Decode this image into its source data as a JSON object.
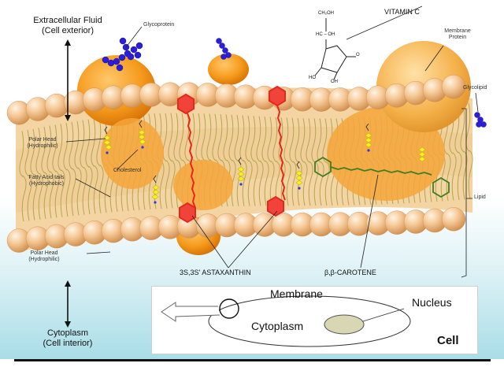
{
  "labels": {
    "extracellular": "Extracellular Fluid",
    "extracellular_sub": "(Cell exterior)",
    "glycoprotein": "Glycoprotein",
    "vitamin_c": "VITAMIN C",
    "membrane_protein_1": "Membrane",
    "membrane_protein_2": "Protein",
    "glycolipid": "Glycolipid",
    "polar_head_top": "Polar Head",
    "polar_head_top_sub": "(Hydrophilic)",
    "cholesterol": "Cholesterol",
    "fatty_acid": "Fatty Acid tails",
    "fatty_acid_sub": "(Hydrophobic)",
    "lipid": "Lipid",
    "polar_head_bottom": "Polar Head",
    "polar_head_bottom_sub": "(Hydrophilic)",
    "astaxanthin": "3S,3S' ASTAXANTHIN",
    "carotene": "β,β-CAROTENE",
    "cytoplasm": "Cytoplasm",
    "cytoplasm_sub": "(Cell interior)"
  },
  "inset": {
    "membrane": "Membrane",
    "nucleus": "Nucleus",
    "cytoplasm": "Cytoplasm",
    "cell": "Cell"
  },
  "vitamin_c_atoms": {
    "ch2oh": "CH₂OH",
    "hc_oh": "HC – OH",
    "o": "O",
    "ho_left": "HO",
    "oh_right": "OH"
  },
  "colors": {
    "background_top": "#ffffff",
    "background_bottom": "#a9dde7",
    "membrane_interior": "#f3d4a2",
    "head_light": "#fff3e3",
    "head_mid": "#f6c997",
    "head_dark": "#cf8d4c",
    "protein": "#f59a1c",
    "astaxanthin": "#e8261c",
    "carotene": "#3f7d22",
    "cholesterol": "#f6ef2a",
    "glyco": "#2c1ed6",
    "tails": "#a8a349"
  }
}
